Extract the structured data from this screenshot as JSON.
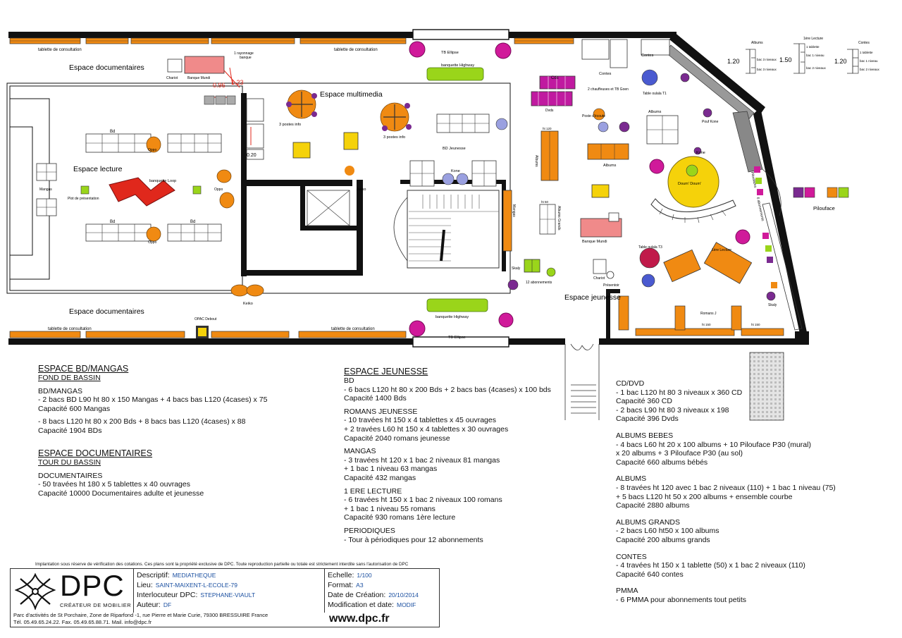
{
  "plan": {
    "zones": {
      "doc_top": "Espace documentaires",
      "doc_bottom": "Espace documentaires",
      "lecture": "Espace lecture",
      "multimedia": "Espace multimedia",
      "jeunesse": "Espace jeunesse"
    },
    "labels": {
      "tablette1": "tablette de consultation",
      "tablette2": "tablette de consultation",
      "tablette3": "tablette de consultation",
      "tablette4": "tablette de consultation",
      "rayonnage": "1 rayonnage",
      "banque_sub": "banque",
      "chariot_top": "Chariot",
      "banque_mundi_top": "Banque Mundi",
      "dim_096": "0.96",
      "dim_123": "1.23",
      "dim_020": "0.20",
      "bd1": "Bd",
      "bd2": "Bd",
      "bd3": "Bd",
      "oppo1": "Oppo",
      "oppo2": "Oppo",
      "oppo3": "Oppo",
      "mangas": "Mangas",
      "plot": "Plot de présentation",
      "banquette_loop": "banquette Loop",
      "postes_info1": "3 postes info",
      "postes_info2": "3 postes info",
      "tb_ellipse1": "TB Ellipse",
      "tb_ellipse2": "TB Ellipse",
      "banquette_highway1": "banquette Highway",
      "banquette_highway2": "banquette Highway",
      "bd_jeunesse": "BD Jeunesse",
      "kone1": "Kone",
      "kone2": "Kone",
      "akiko": "Akiko",
      "keiko": "Keiko",
      "opac": "OPAC Debout",
      "mangas_vert": "Mangas",
      "cds": "Cds",
      "dvds": "Dvds",
      "chauffeuses": "2 chauffeuses et TB Goen",
      "poste_ecoute": "Poste d'écoute",
      "contes1": "Contes",
      "contes2": "Contes",
      "table_oulala_t1": "Table oulala T1",
      "albums1": "Albums",
      "albums2": "Albums",
      "albums3": "Albums",
      "albums_grands": "Albums Grands",
      "pouf_kone": "Pouf Kone",
      "doum": "Doum' Doum'",
      "piloutace": "Piloufaces",
      "abonnements_vert": "6 abonnements",
      "pilouface": "Pilouface",
      "banque_mundi": "Banque Mundi",
      "chariot": "Chariot",
      "presentoir": "Présentoir",
      "table_oulala_t3": "Table oulala T3",
      "skaly1": "Skaly",
      "skaly2": "Skaly",
      "abonnements": "12 abonnements",
      "romans_j": "Romans J",
      "ht150a": "ht 150",
      "ht150b": "ht 150",
      "ht120": "ht 120",
      "ht50": "ht 50",
      "premiere_lecture": "1ère Lecture"
    },
    "legend": {
      "albums_title": "Albums",
      "lecture_title": "1ère Lecture",
      "contes_title": "Contes",
      "h120a": "1.20",
      "h150": "1.50",
      "h120b": "1.20",
      "a1": "bac 3 niveaux",
      "a2": "bac 3 niveaux",
      "l1": "1 tablette",
      "l2": "bac 1 niveau",
      "l3": "bac 2 niveaux",
      "c1": "1 tablette",
      "c2": "bac 1 niveau",
      "c3": "bac 2 niveaux"
    }
  },
  "notes": {
    "bd_mangas": {
      "title": "ESPACE BD/MANGAS",
      "sub": "FOND DE BASSIN",
      "h1": "BD/MANGAS",
      "l1": "- 2 bacs BD L90 ht 80 x 150 Mangas + 4 bacs bas L120 (4cases) x 75",
      "l2": "Capacité  600 Mangas",
      "l3": "- 8 bacs L120 ht 80 x 200 Bds + 8 bacs bas L120 (4cases) x 88",
      "l4": "Capacité 1904 BDs"
    },
    "documentaires": {
      "title": "ESPACE DOCUMENTAIRES",
      "sub": "TOUR DU BASSIN",
      "h1": "DOCUMENTAIRES",
      "l1": "- 50 travées ht 180 x 5 tablettes x 40 ouvrages",
      "l2": "Capacité 10000 Documentaires adulte et jeunesse"
    },
    "jeunesse": {
      "title": "ESPACE JEUNESSE",
      "bd_h": "BD",
      "bd_1": "- 6 bacs L120 ht 80 x 200 Bds + 2 bacs bas (4cases) x 100 bds",
      "bd_2": "Capacité 1400 Bds",
      "rj_h": "ROMANS JEUNESSE",
      "rj_1": "- 10 travées ht 150 x 4 tablettes x 45 ouvrages",
      "rj_2": "+ 2 travées L60 ht 150 x 4 tablettes x 30 ouvrages",
      "rj_3": "Capacité 2040 romans jeunesse",
      "mg_h": "MANGAS",
      "mg_1": "- 3 travées ht 120 x 1 bac 2 niveaux 81 mangas",
      "mg_2": "+ 1 bac 1 niveau 63 mangas",
      "mg_3": "Capacité 432 mangas",
      "pl_h": "1 ERE LECTURE",
      "pl_1": "- 6 travées ht 150 x 1 bac 2 niveaux 100 romans",
      "pl_2": "+ 1 bac 1 niveau 55 romans",
      "pl_3": "Capacité 930 romans 1ère lecture",
      "pe_h": "PERIODIQUES",
      "pe_1": "- Tour à périodiques pour 12 abonnements"
    },
    "cd_albums": {
      "cd_h": "CD/DVD",
      "cd_1": "- 1 bac L120 ht 80 3 niveaux x 360 CD",
      "cd_2": "Capacité 360 CD",
      "cd_3": "- 2 bacs L90 ht 80 3 niveaux x 198",
      "cd_4": "Capacité 396 Dvds",
      "ab_h": "ALBUMS BEBES",
      "ab_1": "- 4 bacs L60 ht 20 x 100 albums + 10 Piloufacе P30 (mural)",
      "ab_2": "x 20 albums + 3 Pilouface P30 (au sol)",
      "ab_3": "Capacité 660 albums bébés",
      "al_h": "ALBUMS",
      "al_1": "- 8 travées ht 120 avec 1 bac 2 niveaux (110) + 1 bac 1 niveau (75)",
      "al_2": "+ 5 bacs L120 ht 50 x 200 albums + ensemble courbe",
      "al_3": "Capacité 2880 albums",
      "ag_h": "ALBUMS GRANDS",
      "ag_1": "- 2 bacs L60 ht50 x 100 albums",
      "ag_2": "Capacité 200 albums grands",
      "co_h": "CONTES",
      "co_1": "- 4 travées ht 150 x 1 tablette (50) x 1 bac 2 niveaux (110)",
      "co_2": "Capacité 640 contes",
      "pm_h": "PMMA",
      "pm_1": "- 6 PMMA pour abonnements tout petits"
    }
  },
  "titleblock": {
    "notice": "Implantation sous réserve de vérification des cotations. Ces plans sont la propriété exclusive de DPC. Toute reproduction partielle ou totale est strictement interdite sans l'autorisation de DPC",
    "logo": "DPC",
    "tagline": "CRÉATEUR DE MOBILIER",
    "descriptif_k": "Descriptif:",
    "descriptif_v": "MEDIATHEQUE",
    "lieu_k": "Lieu:",
    "lieu_v": "SAINT-MAIXENT-L-ECOLE-79",
    "interlocuteur_k": "Interlocuteur DPC:",
    "interlocuteur_v": "STEPHANE-VIAULT",
    "auteur_k": "Auteur:",
    "auteur_v": "DF",
    "echelle_k": "Echelle:",
    "echelle_v": "1/100",
    "format_k": "Format:",
    "format_v": "A3",
    "date_k": "Date de Création:",
    "date_v": "20/10/2014",
    "modif_k": "Modification et date:",
    "modif_v": "MODIF",
    "addr1": "Parc d'activités de St Porchaire, Zone de Riparfond -1, rue Pierre et Marie Curie, 79300 BRESSUIRE France",
    "addr2": "Tél. 05.49.65.24.22.    Fax. 05.49.65.88.71.     Mail. info@dpc.fr",
    "web": "www.dpc.fr"
  },
  "colors": {
    "orange": "#f08a12",
    "shelf_grey": "#555555",
    "magenta": "#d01a9a",
    "lime": "#9ad51a",
    "red": "#e0281c",
    "purple": "#7a2a90",
    "yellow": "#f5d20a",
    "blue_text": "#1a4fa0"
  }
}
